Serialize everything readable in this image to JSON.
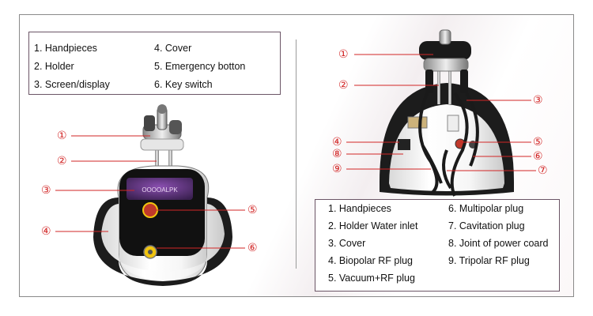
{
  "left_legend": {
    "items": [
      "1. Handpieces",
      "2. Holder",
      "3. Screen/display",
      "4. Cover",
      "5. Emergency botton",
      "6. Key switch"
    ]
  },
  "right_legend": {
    "items": [
      "1. Handpieces",
      "2. Holder  Water inlet",
      "3. Cover",
      "4. Biopolar RF plug",
      "5. Vacuum+RF plug",
      "6. Multipolar plug",
      "7. Cavitation plug",
      "8. Joint of power coard",
      "9. Tripolar RF plug"
    ]
  },
  "left_markers": [
    "①",
    "②",
    "③",
    "④",
    "⑤",
    "⑥"
  ],
  "right_markers": [
    "①",
    "②",
    "③",
    "④",
    "⑤",
    "⑥",
    "⑦",
    "⑧",
    "⑨"
  ],
  "device_screen_text": "OOOOALPK",
  "colors": {
    "callout_red": "#d22626",
    "frame_border": "#8a8a8a",
    "legend_border": "#6b5566"
  }
}
